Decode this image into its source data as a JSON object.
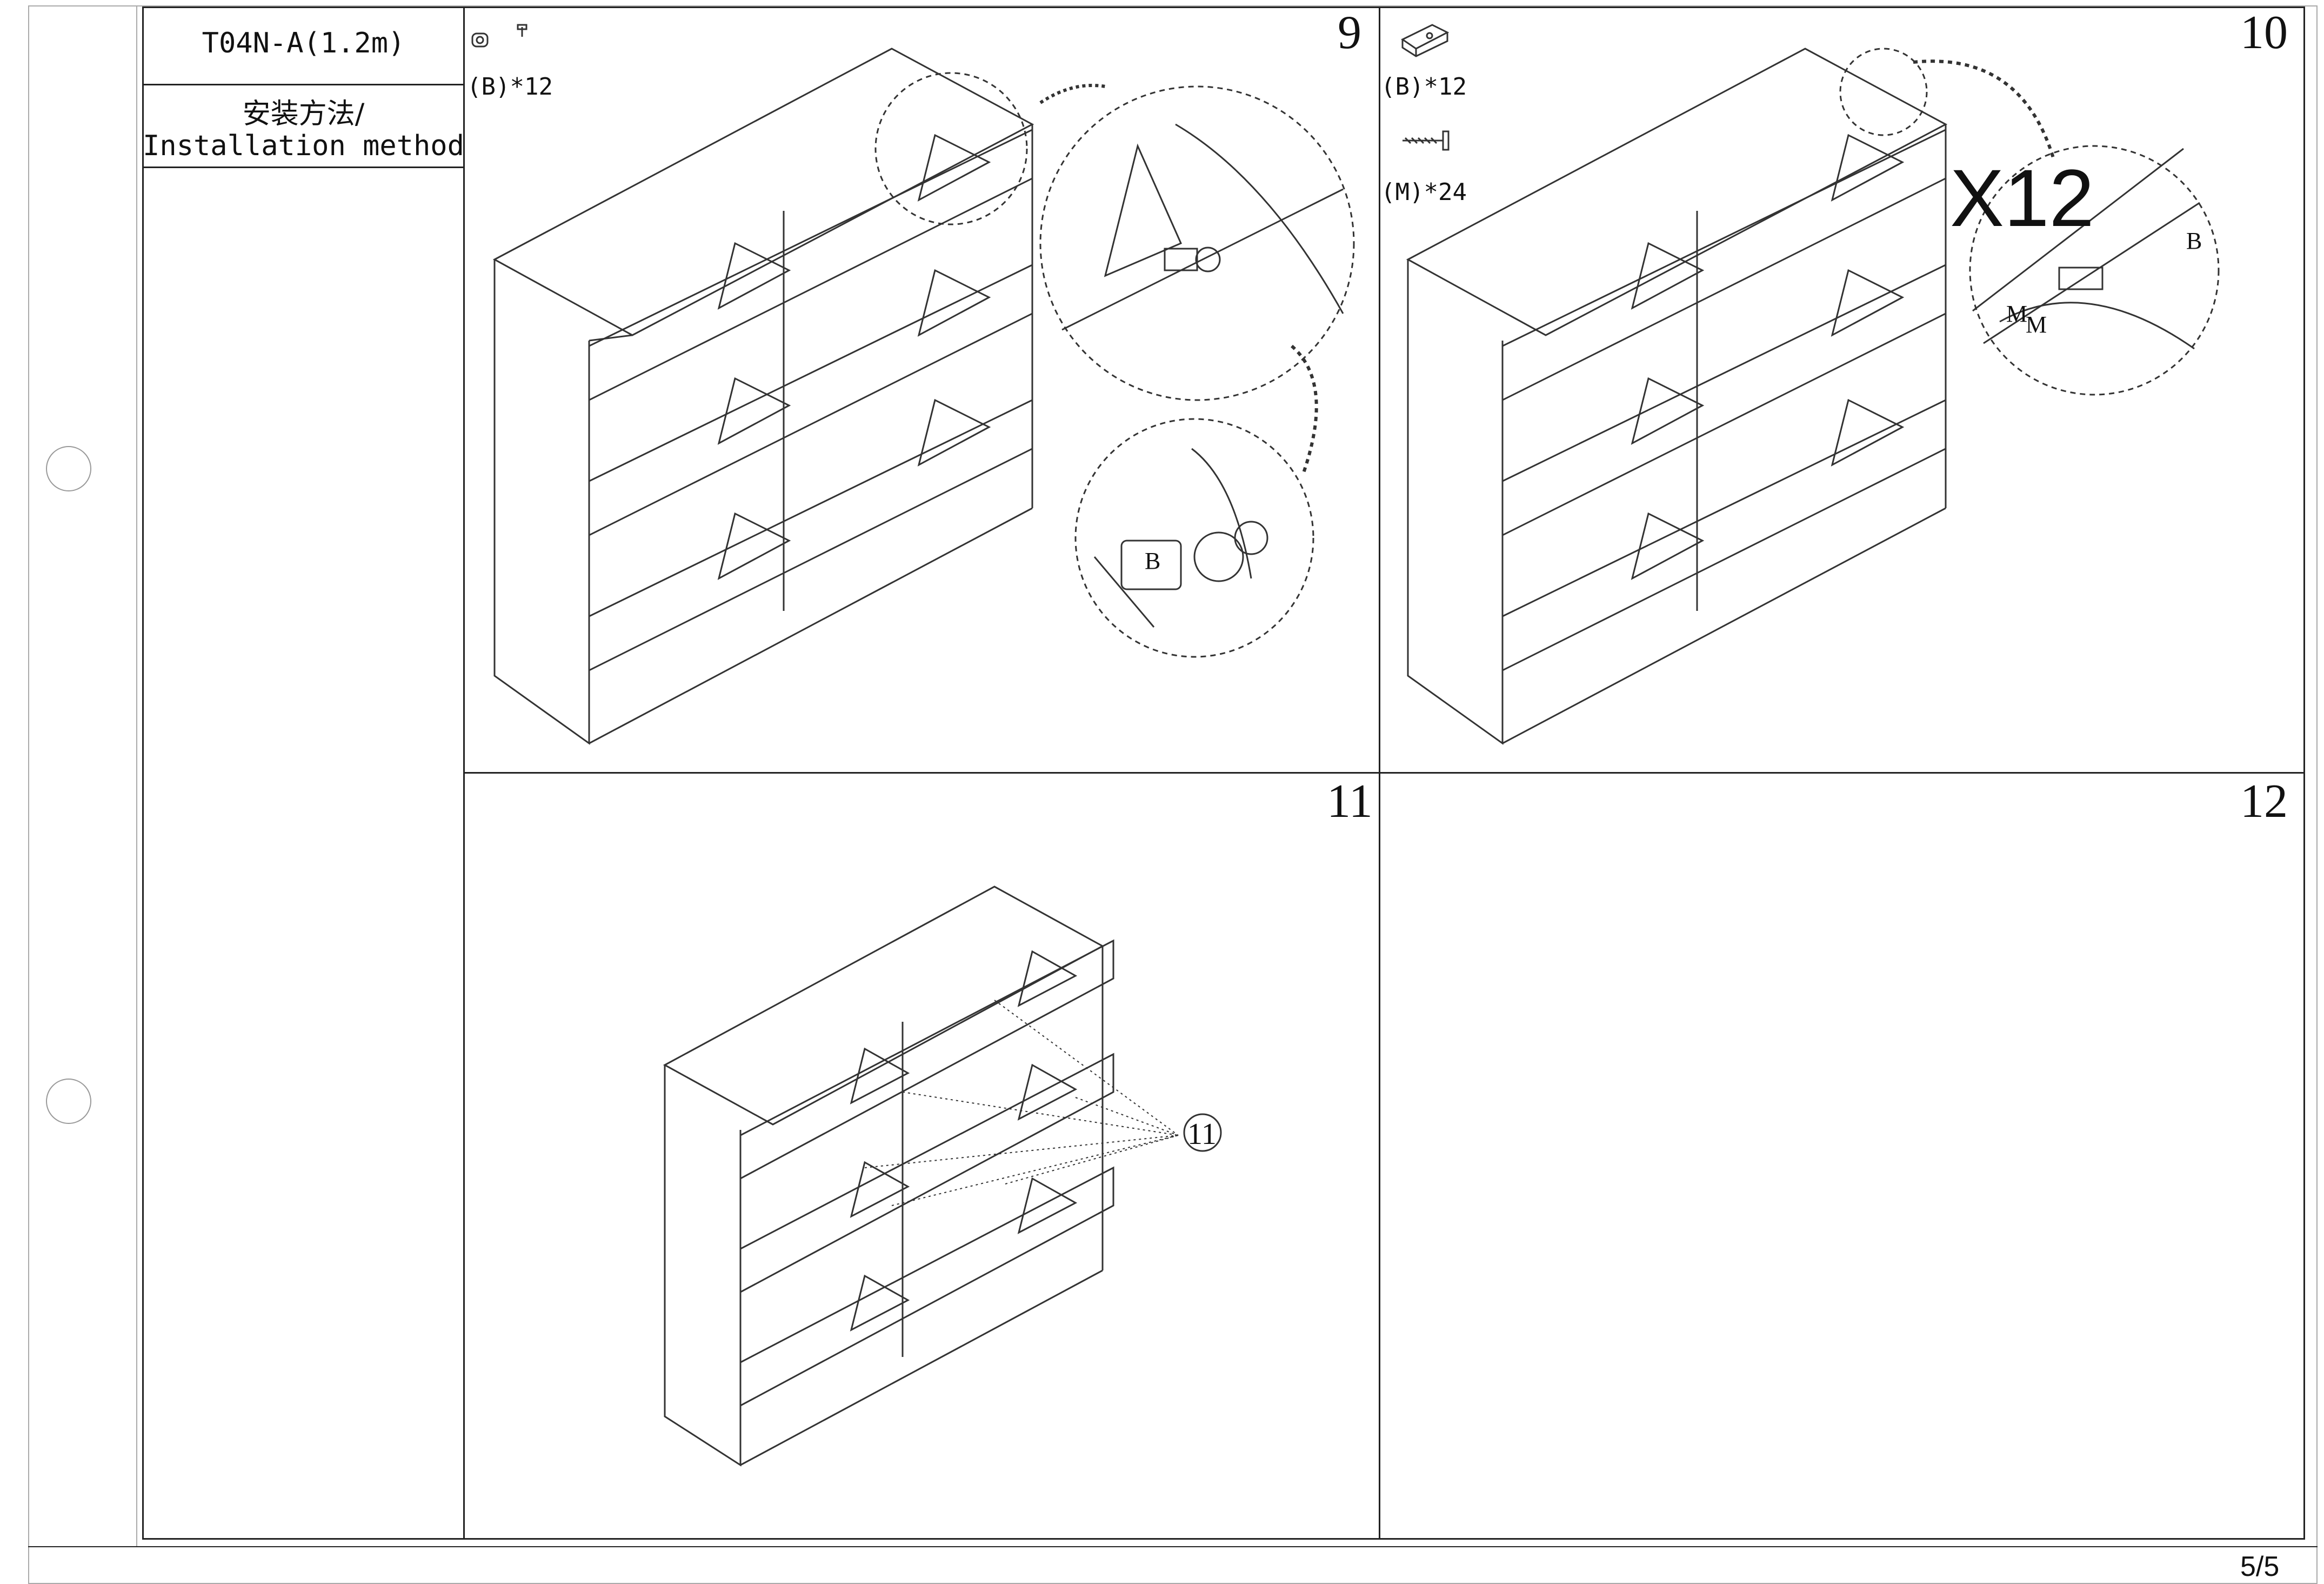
{
  "header": {
    "model": "T04N-A(1.2m)",
    "section_cn": "安装方法/",
    "section_en": "Installation method"
  },
  "steps": [
    {
      "number": "9",
      "parts": [
        {
          "label": "(B)*12",
          "icon": "cam-lock-icon"
        }
      ],
      "callouts": [
        "B"
      ]
    },
    {
      "number": "10",
      "parts": [
        {
          "label": "(B)*12",
          "icon": "hinge-block-icon"
        },
        {
          "label": "(M)*24",
          "icon": "screw-icon"
        }
      ],
      "multiplier": "X12",
      "callouts": [
        "B",
        "M",
        "M"
      ]
    },
    {
      "number": "11",
      "callouts": [
        "11"
      ]
    },
    {
      "number": "12"
    }
  ],
  "footer": {
    "page": "5/5"
  }
}
